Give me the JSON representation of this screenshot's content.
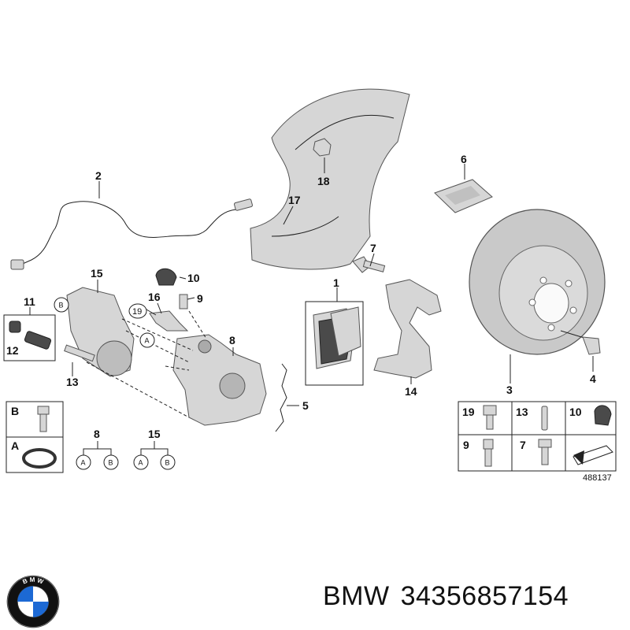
{
  "diagram": {
    "callouts": [
      "1",
      "2",
      "3",
      "4",
      "5",
      "6",
      "7",
      "8",
      "9",
      "10",
      "11",
      "12",
      "13",
      "14",
      "15",
      "16",
      "17",
      "18",
      "19"
    ],
    "legend_letters": {
      "a": "A",
      "b": "B"
    },
    "legend_groups": [
      {
        "number": "8",
        "letters": [
          "A",
          "B"
        ]
      },
      {
        "number": "15",
        "letters": [
          "A",
          "B"
        ]
      }
    ],
    "reference_table": [
      {
        "number": "19"
      },
      {
        "number": "13"
      },
      {
        "number": "10"
      },
      {
        "number": "9"
      },
      {
        "number": "7"
      }
    ],
    "diagram_code": "488137"
  },
  "footer": {
    "brand": "BMW",
    "part_number": "34356857154",
    "logo_letters": "B M W",
    "logo_colors": {
      "blue": "#1c69d4",
      "white": "#ffffff",
      "ring": "#111111"
    }
  }
}
